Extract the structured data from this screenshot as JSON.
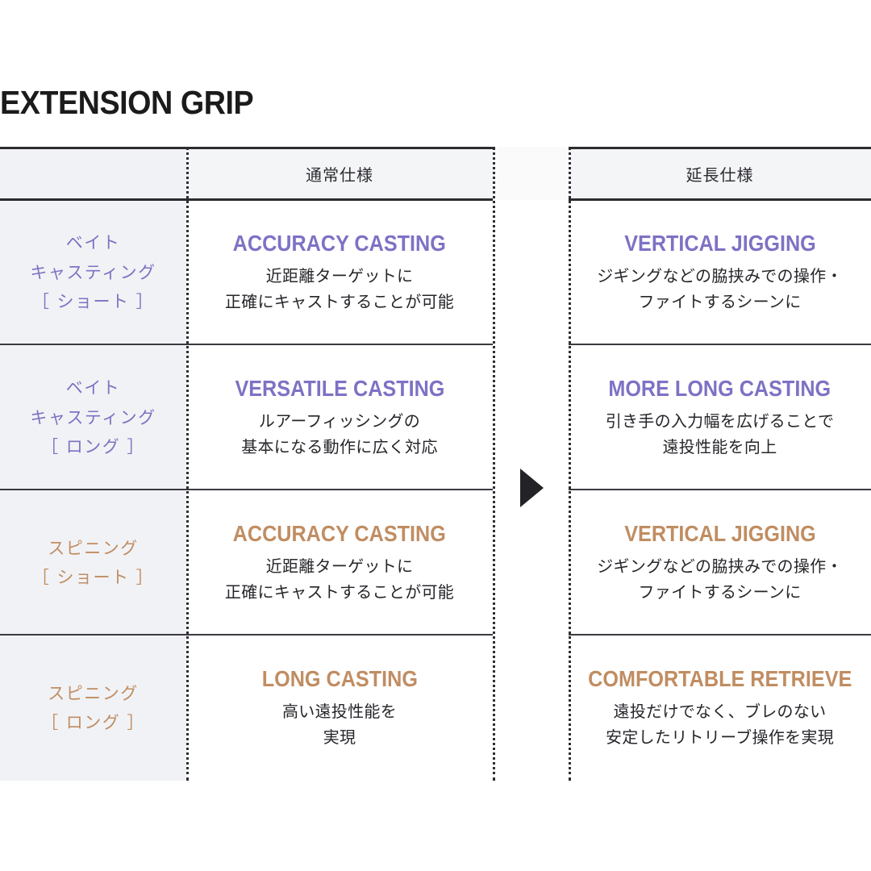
{
  "title": "EXTENSION GRIP",
  "colors": {
    "purple": "#7d72c4",
    "tan": "#c08d62",
    "ink": "#26262b",
    "band": "#f1f2f5"
  },
  "table": {
    "headers": {
      "label_column": "",
      "normal": "通常仕様",
      "extension": "延長仕様"
    },
    "arrow_icon": "arrow-right-icon",
    "rows": [
      {
        "tone": "purple",
        "label_lines": [
          "ベイト",
          "キャスティング",
          "［ ショート ］"
        ],
        "normal": {
          "title": "ACCURACY CASTING",
          "desc_lines": [
            "近距離ターゲットに",
            "正確にキャストすることが可能"
          ]
        },
        "extension": {
          "title": "VERTICAL JIGGING",
          "desc_lines": [
            "ジギングなどの脇挟みでの操作・",
            "ファイトするシーンに"
          ]
        }
      },
      {
        "tone": "purple",
        "label_lines": [
          "ベイト",
          "キャスティング",
          "［ ロング ］"
        ],
        "normal": {
          "title": "VERSATILE CASTING",
          "desc_lines": [
            "ルアーフィッシングの",
            "基本になる動作に広く対応"
          ]
        },
        "extension": {
          "title": "MORE LONG CASTING",
          "desc_lines": [
            "引き手の入力幅を広げることで",
            "遠投性能を向上"
          ]
        }
      },
      {
        "tone": "tan",
        "label_lines": [
          "スピニング",
          "［ ショート ］"
        ],
        "normal": {
          "title": "ACCURACY CASTING",
          "desc_lines": [
            "近距離ターゲットに",
            "正確にキャストすることが可能"
          ]
        },
        "extension": {
          "title": "VERTICAL JIGGING",
          "desc_lines": [
            "ジギングなどの脇挟みでの操作・",
            "ファイトするシーンに"
          ]
        }
      },
      {
        "tone": "tan",
        "label_lines": [
          "スピニング",
          "［ ロング ］"
        ],
        "normal": {
          "title": "LONG CASTING",
          "desc_lines": [
            "高い遠投性能を",
            "実現"
          ]
        },
        "extension": {
          "title": "COMFORTABLE RETRIEVE",
          "desc_lines": [
            "遠投だけでなく、ブレのない",
            "安定したリトリーブ操作を実現"
          ]
        }
      }
    ]
  }
}
